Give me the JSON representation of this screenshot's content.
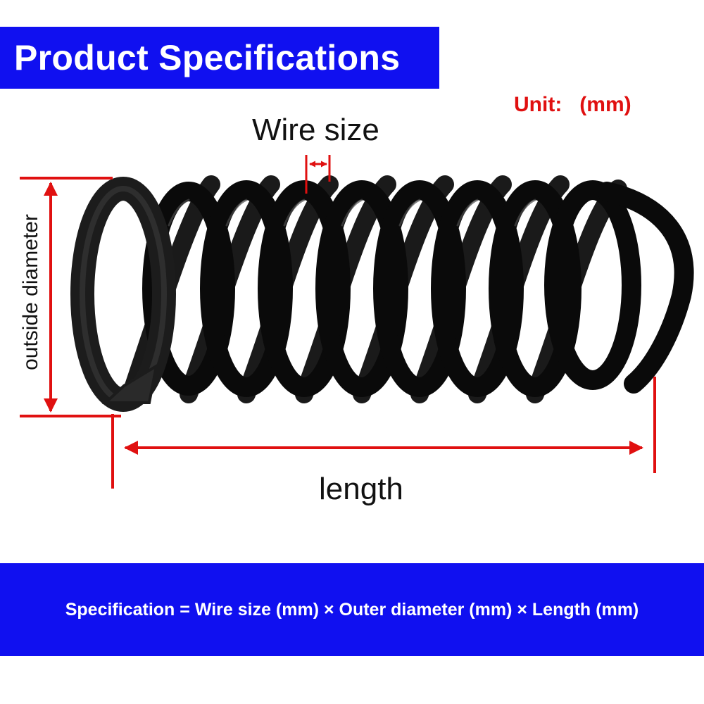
{
  "header": {
    "title": "Product Specifications"
  },
  "unit_label": "Unit:   (mm)",
  "labels": {
    "wire_size": "Wire size",
    "outside_diameter": "outside diameter",
    "length": "length"
  },
  "footer": {
    "formula": "Specification = Wire size (mm) × Outer diameter (mm) × Length (mm)"
  },
  "colors": {
    "banner": "#1010f0",
    "dimension": "#e01010",
    "spring": "#0a0a0a"
  },
  "icons": {
    "product": "compression-spring-icon"
  }
}
